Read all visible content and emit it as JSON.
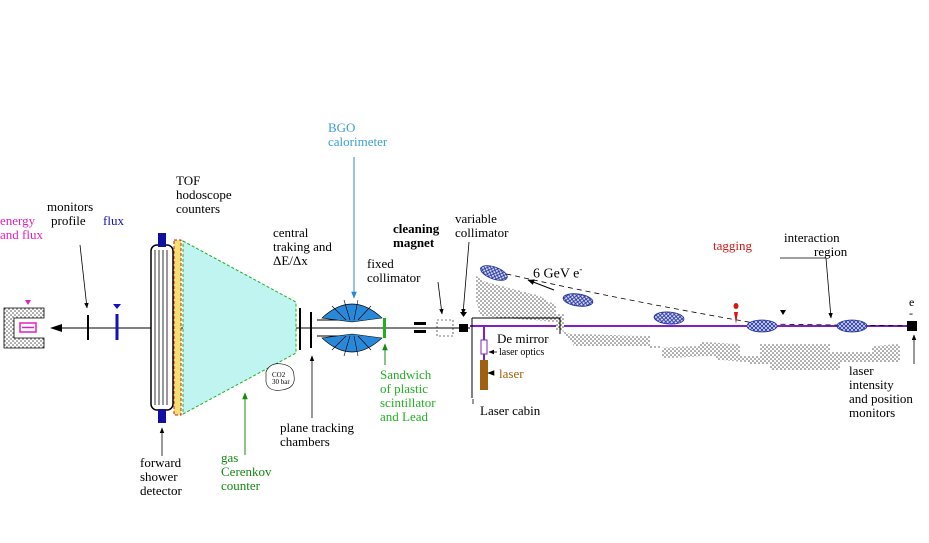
{
  "labels": {
    "energy_flux": [
      "energy",
      "and flux"
    ],
    "monitors_profile": [
      "monitors",
      "profile"
    ],
    "flux": "flux",
    "tof": [
      "TOF",
      "hodoscope",
      "counters"
    ],
    "bgo": [
      "BGO",
      "calorimeter"
    ],
    "central_tracking": [
      "central",
      "traking and",
      "ΔE/Δx"
    ],
    "fixed_collimator": [
      "fixed",
      "collimator"
    ],
    "cleaning_magnet": [
      "cleaning",
      "magnet"
    ],
    "variable_collimator": [
      "variable",
      "collimator"
    ],
    "electron_energy": "6 GeV e",
    "electron_sup": "-",
    "tagging": "tagging",
    "interaction_region": [
      "interaction",
      "region"
    ],
    "electron_exit": [
      "e",
      "-"
    ],
    "de_mirror": "De mirror",
    "laser_optics": "laser optics",
    "laser": "laser",
    "laser_cabin": "Laser cabin",
    "sandwich": [
      "Sandwich",
      "of plastic",
      "scintillator",
      "and Lead"
    ],
    "plane_tracking": [
      "plane tracking",
      "chambers"
    ],
    "forward_shower": [
      "forward",
      "shower",
      "detector"
    ],
    "gas_cerenkov": [
      "gas",
      "Cerenkov",
      "counter"
    ],
    "laser_monitors": [
      "laser",
      "intensity",
      "and position",
      "monitors"
    ],
    "cerenkov_note": [
      "CO2",
      "30 bar"
    ]
  },
  "colors": {
    "cerenkov_fill": "#bff4f0",
    "bgo_blue": "#2a88d8",
    "photon_beam": "#8020c0",
    "bunch": "#2030a0",
    "laser_brown": "#a06010"
  }
}
